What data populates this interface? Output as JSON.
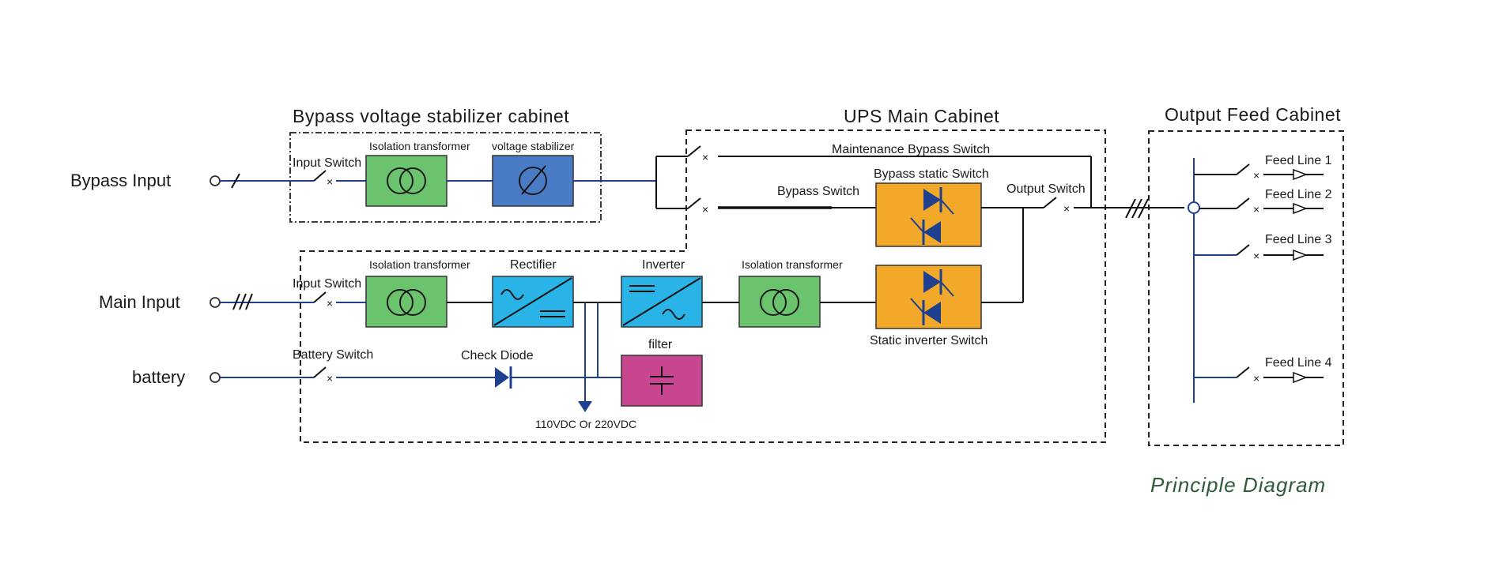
{
  "inputs": {
    "bypass": "Bypass  Input",
    "main": "Main Input",
    "battery": "battery"
  },
  "cabinets": {
    "bypass_stabilizer": "Bypass  voltage stabilizer cabinet",
    "ups_main": "UPS Main Cabinet",
    "output_feed": "Output Feed Cabinet"
  },
  "components": {
    "input_switch_bypass": "Input Switch",
    "isolation_transformer_bypass": "Isolation transformer",
    "voltage_stabilizer": "voltage stabilizer",
    "input_switch_main": "Input Switch",
    "isolation_transformer_main": "Isolation transformer",
    "rectifier": "Rectifier",
    "inverter": "Inverter",
    "isolation_transformer_out": "Isolation transformer",
    "battery_switch": "Battery Switch",
    "check_diode": "Check Diode",
    "filter": "filter",
    "dc_voltage": "110VDC Or  220VDC",
    "maintenance_bypass_switch": "Maintenance Bypass Switch",
    "bypass_switch": "Bypass Switch",
    "bypass_static_switch": "Bypass static Switch",
    "static_inverter_switch": "Static inverter Switch",
    "output_switch": "Output Switch"
  },
  "feed_lines": [
    "Feed Line 1",
    "Feed Line 2",
    "Feed Line 3",
    "Feed Line 4"
  ],
  "title": "Principle Diagram",
  "colors": {
    "transformer": "#6cc36e",
    "stabilizer": "#4a7cc6",
    "converter": "#29b3e6",
    "static_switch": "#f2a92a",
    "filter": "#c8468f",
    "wire": "#1f3f8f",
    "title": "#2f5a3a"
  }
}
